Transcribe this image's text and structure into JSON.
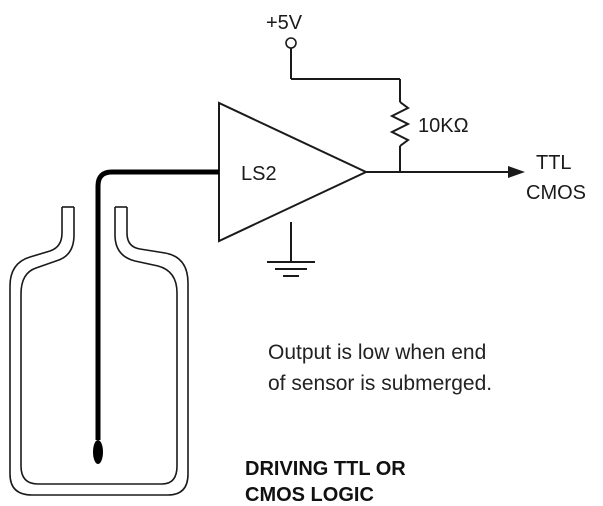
{
  "diagram": {
    "supply_label": "+5V",
    "resistor_label": "10KΩ",
    "amp_label": "LS2",
    "output_label_line1": "TTL",
    "output_label_line2": "CMOS",
    "note_line1": "Output is low when end",
    "note_line2": "of sensor is submerged.",
    "caption_line1": "DRIVING TTL OR",
    "caption_line2": "CMOS LOGIC"
  }
}
